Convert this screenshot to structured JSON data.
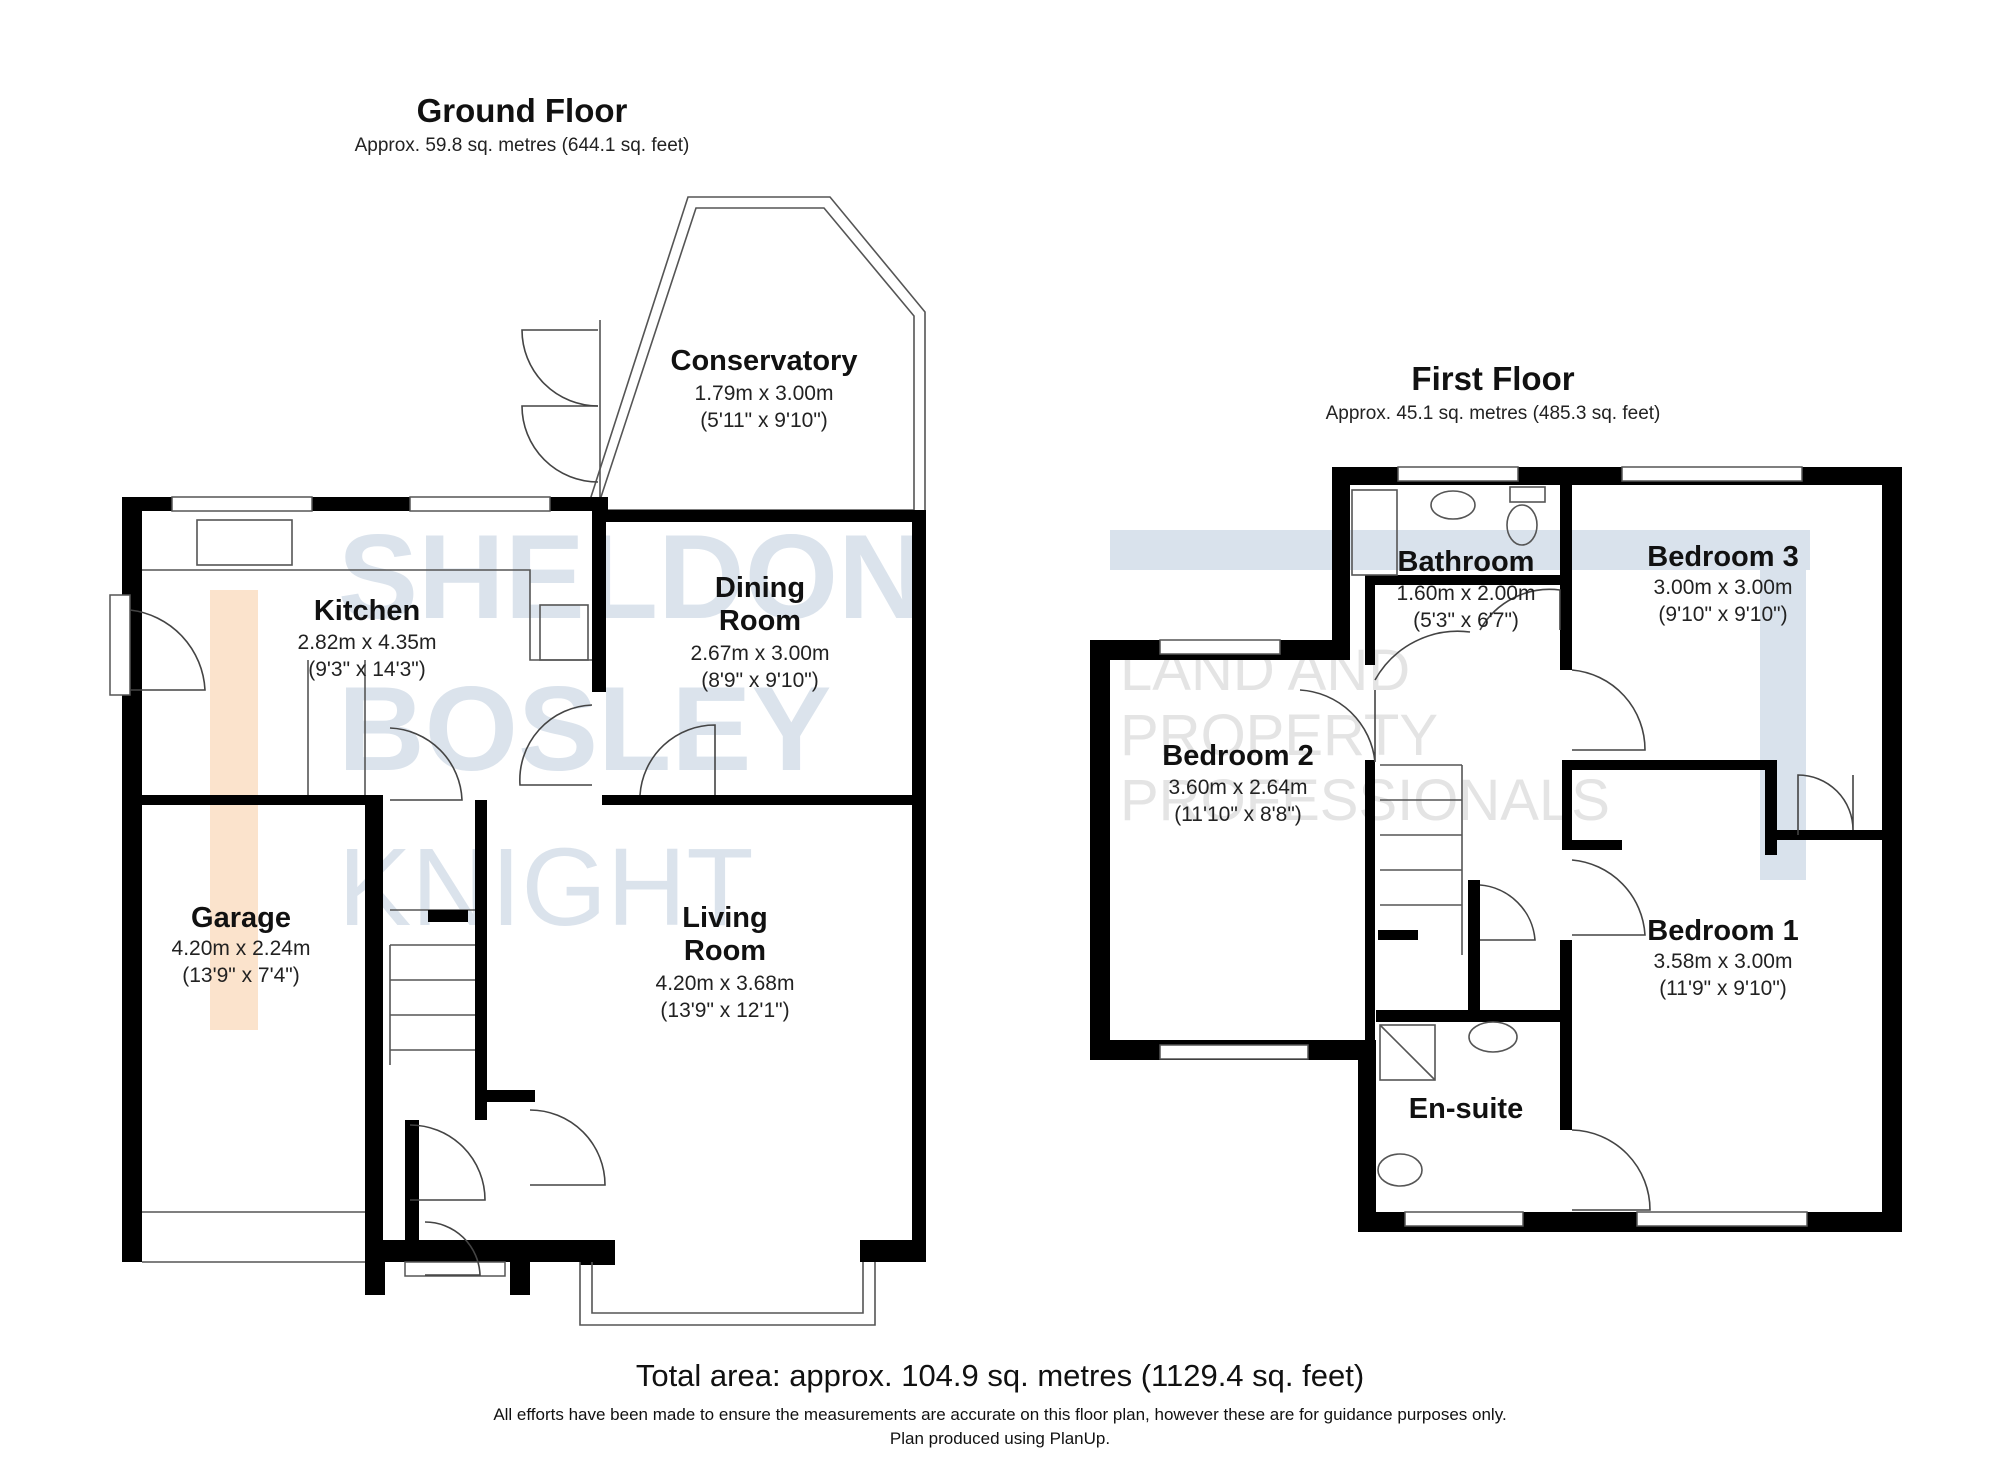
{
  "watermark": {
    "line1": "SHELDON",
    "line2": "BOSLEY",
    "line3": "KNIGHT",
    "sub1": "LAND AND",
    "sub2": "PROPERTY",
    "sub3": "PROFESSIONALS",
    "color": "#d9e2ec",
    "accent": "#fbe3cc"
  },
  "ground_floor": {
    "title": "Ground Floor",
    "area": "Approx. 59.8 sq. metres (644.1 sq. feet)",
    "rooms": {
      "conservatory": {
        "name": "Conservatory",
        "metric": "1.79m x 3.00m",
        "imperial": "(5'11\" x 9'10\")"
      },
      "kitchen": {
        "name": "Kitchen",
        "metric": "2.82m x 4.35m",
        "imperial": "(9'3\" x 14'3\")"
      },
      "dining": {
        "name1": "Dining",
        "name2": "Room",
        "metric": "2.67m x 3.00m",
        "imperial": "(8'9\" x 9'10\")"
      },
      "garage": {
        "name": "Garage",
        "metric": "4.20m x 2.24m",
        "imperial": "(13'9\" x 7'4\")"
      },
      "living": {
        "name1": "Living",
        "name2": "Room",
        "metric": "4.20m x 3.68m",
        "imperial": "(13'9\" x 12'1\")"
      }
    }
  },
  "first_floor": {
    "title": "First Floor",
    "area": "Approx. 45.1 sq. metres (485.3 sq. feet)",
    "rooms": {
      "bathroom": {
        "name": "Bathroom",
        "metric": "1.60m x 2.00m",
        "imperial": "(5'3\" x 6'7\")"
      },
      "bedroom3": {
        "name": "Bedroom 3",
        "metric": "3.00m x 3.00m",
        "imperial": "(9'10\" x 9'10\")"
      },
      "bedroom2": {
        "name": "Bedroom 2",
        "metric": "3.60m x 2.64m",
        "imperial": "(11'10\" x 8'8\")"
      },
      "bedroom1": {
        "name": "Bedroom 1",
        "metric": "3.58m x 3.00m",
        "imperial": "(11'9\" x 9'10\")"
      },
      "ensuite": {
        "name": "En-suite"
      }
    }
  },
  "footer": {
    "total": "Total area: approx. 104.9 sq. metres (1129.4 sq. feet)",
    "disclaimer1": "All efforts have been made to ensure the measurements are accurate on this floor plan, however these are for guidance purposes only.",
    "disclaimer2": "Plan produced using PlanUp."
  }
}
